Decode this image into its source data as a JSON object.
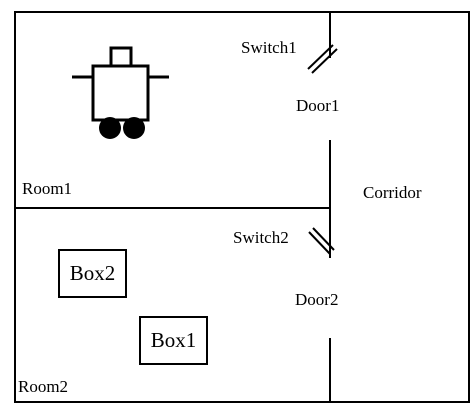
{
  "diagram": {
    "rooms": {
      "room1": "Room1",
      "room2": "Room2",
      "corridor": "Corridor"
    },
    "doors": {
      "door1": "Door1",
      "door2": "Door2"
    },
    "switches": {
      "switch1": "Switch1",
      "switch2": "Switch2"
    },
    "boxes": {
      "box1": "Box1",
      "box2": "Box2"
    },
    "colors": {
      "ink": "#000000",
      "background": "#ffffff"
    },
    "icons": {
      "robot": "robot-icon"
    }
  }
}
